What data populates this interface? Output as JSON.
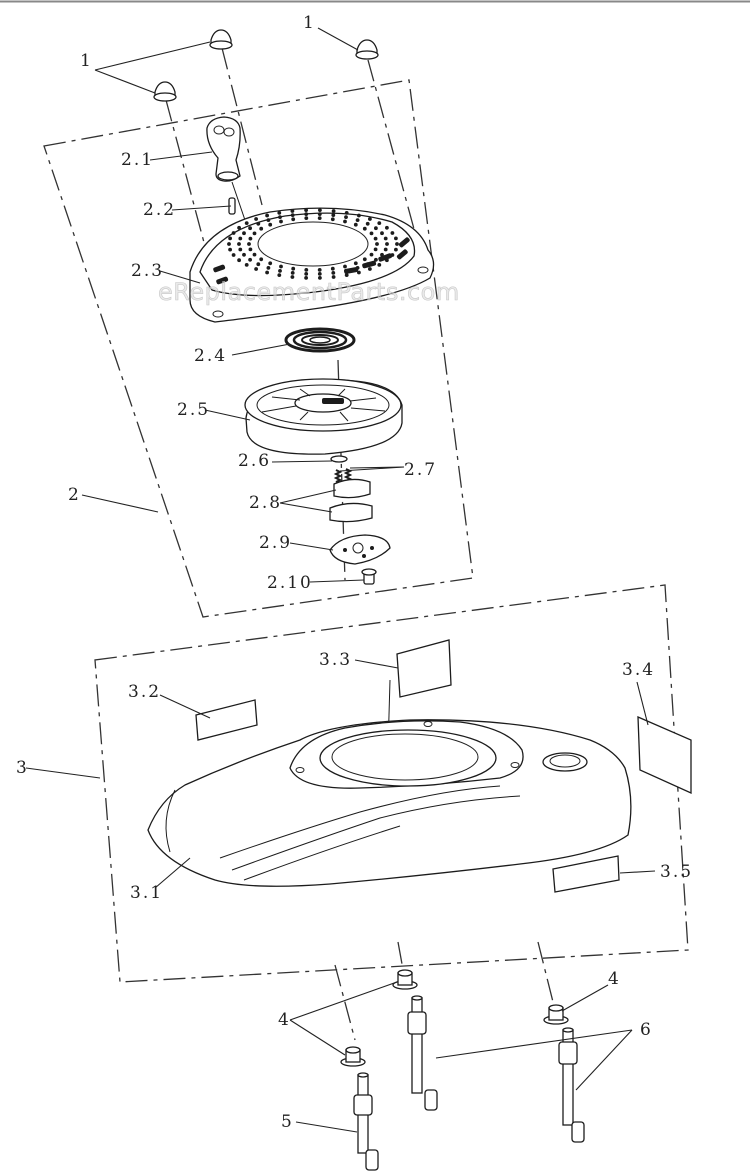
{
  "watermark": "eReplacementParts.com",
  "labels": {
    "l1a": "1",
    "l1b": "1",
    "l2": "2",
    "l2_1": "2.1",
    "l2_2": "2.2",
    "l2_3": "2.3",
    "l2_4": "2.4",
    "l2_5": "2.5",
    "l2_6": "2.6",
    "l2_7": "2.7",
    "l2_8": "2.8",
    "l2_9": "2.9",
    "l2_10": "2.10",
    "l3": "3",
    "l3_1": "3.1",
    "l3_2": "3.2",
    "l3_3": "3.3",
    "l3_4": "3.4",
    "l3_5": "3.5",
    "l4a": "4",
    "l4b": "4",
    "l5": "5",
    "l6": "6"
  }
}
